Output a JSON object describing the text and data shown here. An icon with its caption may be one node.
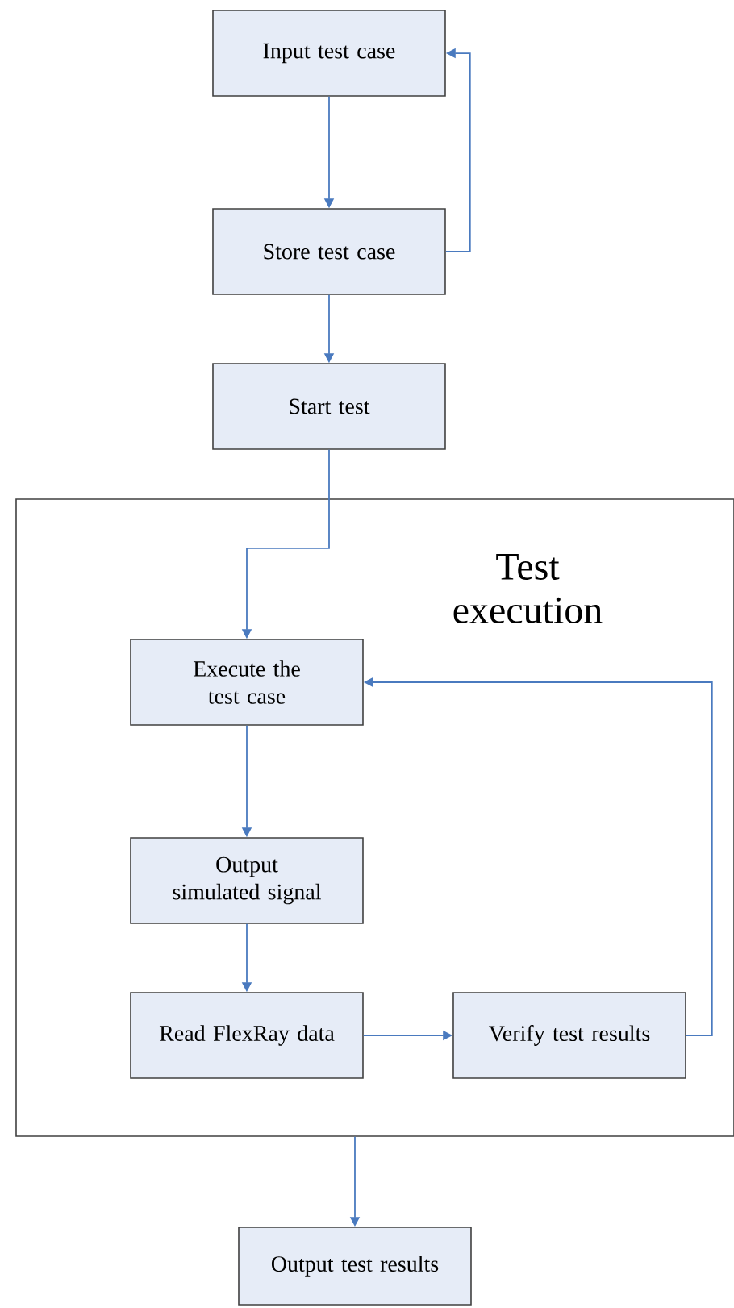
{
  "diagram": {
    "nodes": [
      {
        "text": [
          "Input test case"
        ]
      },
      {
        "text": [
          "Store test case"
        ]
      },
      {
        "text": [
          "Start test"
        ]
      },
      {
        "text": [
          "Test execution"
        ]
      },
      {
        "text": [
          "Execute the test case"
        ],
        "in": 3
      },
      {
        "text": [
          "Output simulated signal"
        ],
        "in": 3
      },
      {
        "text": [
          "Read FlexRay data"
        ],
        "in": 3
      },
      {
        "text": [
          "Verify test results"
        ],
        "in": 3
      },
      {
        "text": [
          "Output test results"
        ]
      }
    ],
    "edges": [
      {
        "from": 0,
        "to": 1,
        "arrow": "to"
      },
      {
        "from": 1,
        "to": 0,
        "arrow": "to"
      },
      {
        "from": 1,
        "to": 2,
        "arrow": "to"
      },
      {
        "from": 2,
        "to": 4,
        "arrow": "to"
      },
      {
        "from": 4,
        "to": 5,
        "arrow": "to"
      },
      {
        "from": 5,
        "to": 6,
        "arrow": "to"
      },
      {
        "from": 6,
        "to": 7,
        "arrow": "to"
      },
      {
        "from": 7,
        "to": 4,
        "arrow": "to"
      },
      {
        "from": 3,
        "to": 8,
        "arrow": "to"
      }
    ]
  }
}
